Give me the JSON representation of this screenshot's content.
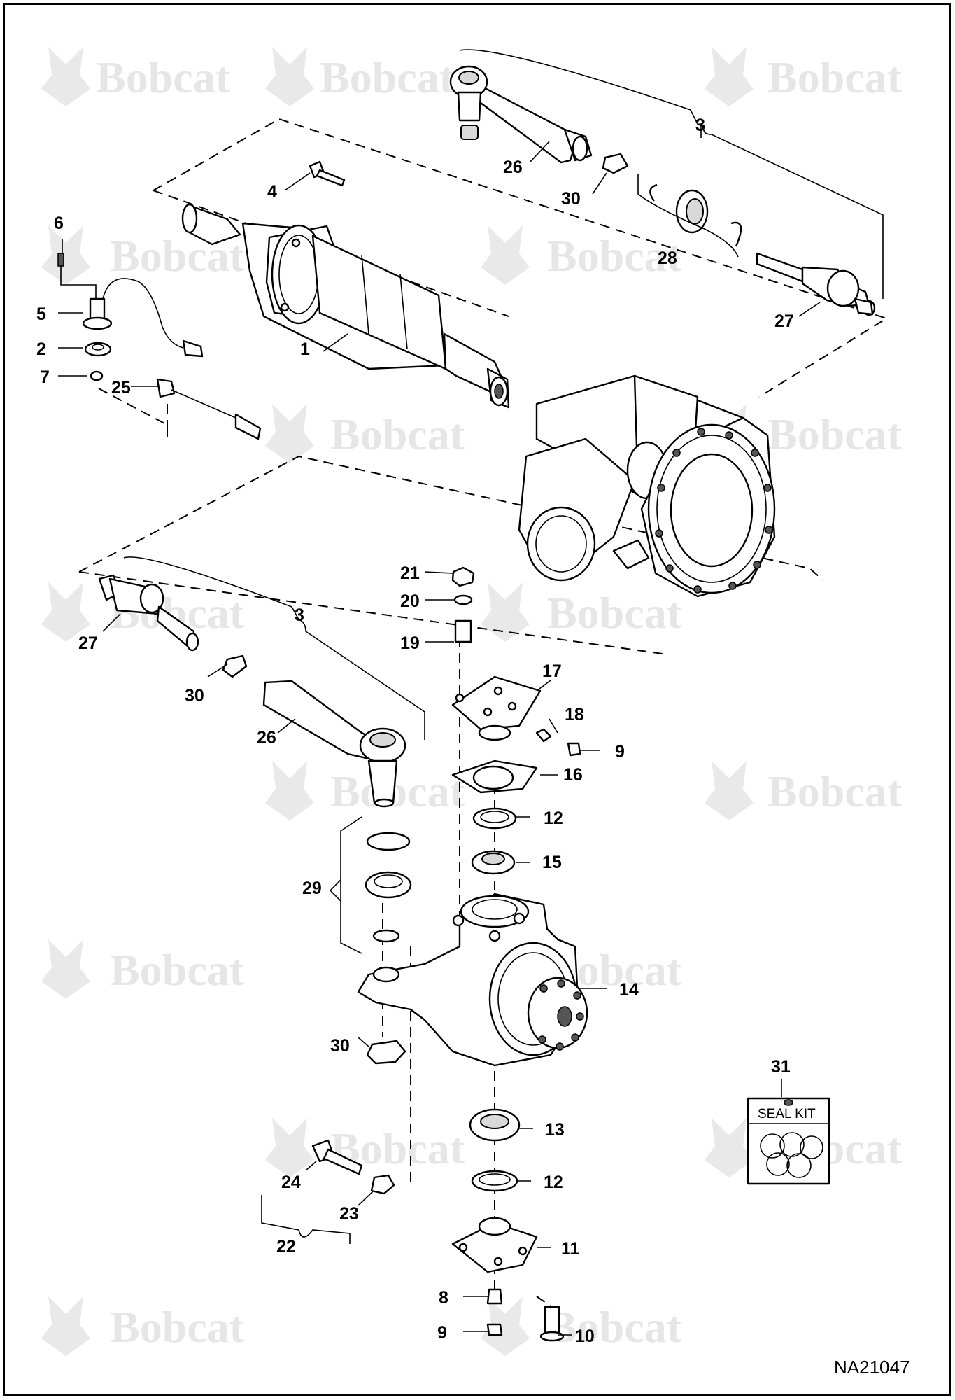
{
  "watermark": {
    "text": "Bobcat"
  },
  "drawing_number": "NA21047",
  "seal_kit": {
    "label": "SEAL KIT",
    "callout": "31"
  },
  "callouts": {
    "c1": "1",
    "c2": "2",
    "c3a": "3",
    "c3b": "3",
    "c4": "4",
    "c5": "5",
    "c6": "6",
    "c7": "7",
    "c8": "8",
    "c9a": "9",
    "c9b": "9",
    "c10": "10",
    "c11": "11",
    "c12a": "12",
    "c12b": "12",
    "c13": "13",
    "c14": "14",
    "c15": "15",
    "c16": "16",
    "c17": "17",
    "c18": "18",
    "c19": "19",
    "c20": "20",
    "c21": "21",
    "c22": "22",
    "c23": "23",
    "c24": "24",
    "c25": "25",
    "c26a": "26",
    "c26b": "26",
    "c27a": "27",
    "c27b": "27",
    "c28": "28",
    "c29": "29",
    "c30a": "30",
    "c30b": "30",
    "c30c": "30"
  }
}
